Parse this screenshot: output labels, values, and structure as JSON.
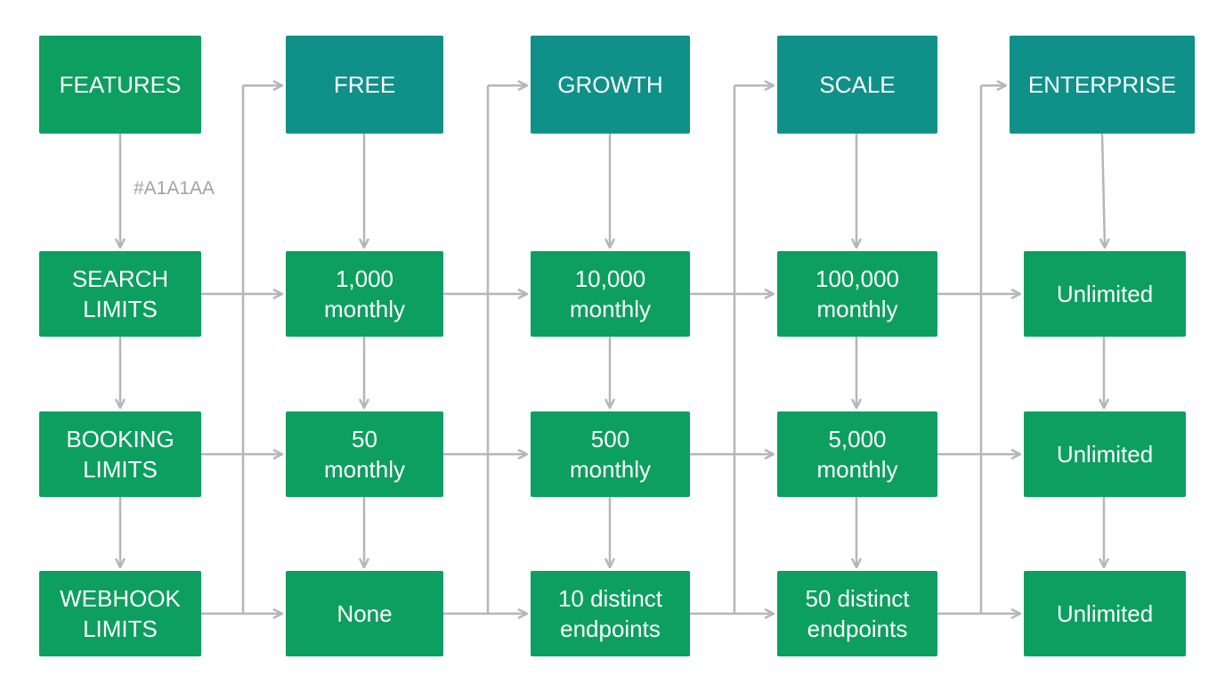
{
  "colors": {
    "header": "#0f918a",
    "cell": "#0d9f5f",
    "connector": "#b5b5bb",
    "note": "#a1a1aa"
  },
  "features_header": "FEATURES",
  "note_label": "#A1A1AA",
  "features": [
    {
      "id": "search",
      "label": "SEARCH\nLIMITS"
    },
    {
      "id": "booking",
      "label": "BOOKING\nLIMITS"
    },
    {
      "id": "webhook",
      "label": "WEBHOOK\nLIMITS"
    }
  ],
  "plans": [
    {
      "id": "free",
      "name": "FREE",
      "values": [
        "1,000\nmonthly",
        "50\nmonthly",
        "None"
      ]
    },
    {
      "id": "growth",
      "name": "GROWTH",
      "values": [
        "10,000\nmonthly",
        "500\nmonthly",
        "10 distinct\nendpoints"
      ]
    },
    {
      "id": "scale",
      "name": "SCALE",
      "values": [
        "100,000\nmonthly",
        "5,000\nmonthly",
        "50 distinct\nendpoints"
      ]
    },
    {
      "id": "enterprise",
      "name": "ENTERPRISE",
      "values": [
        "Unlimited",
        "Unlimited",
        "Unlimited"
      ]
    }
  ]
}
